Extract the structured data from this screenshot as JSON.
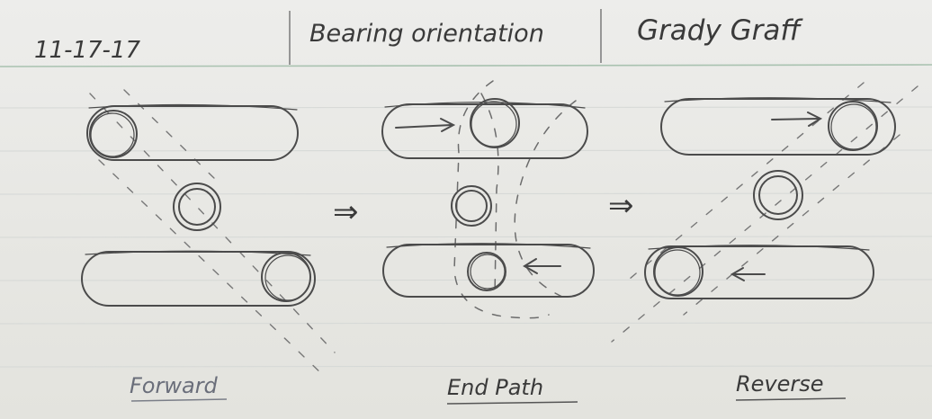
{
  "header": {
    "date": "11-17-17",
    "title": "Bearing orientation",
    "author": "Grady Graff"
  },
  "panels": [
    {
      "label": "Forward"
    },
    {
      "label": "End Path"
    },
    {
      "label": "Reverse"
    }
  ],
  "transition_arrow": "⇒",
  "colors": {
    "paper": "#e9e9e6",
    "pencil": "#4a4a4a",
    "ruled_line": "#9fb7a6",
    "margin_line": "#9a9a9a"
  }
}
